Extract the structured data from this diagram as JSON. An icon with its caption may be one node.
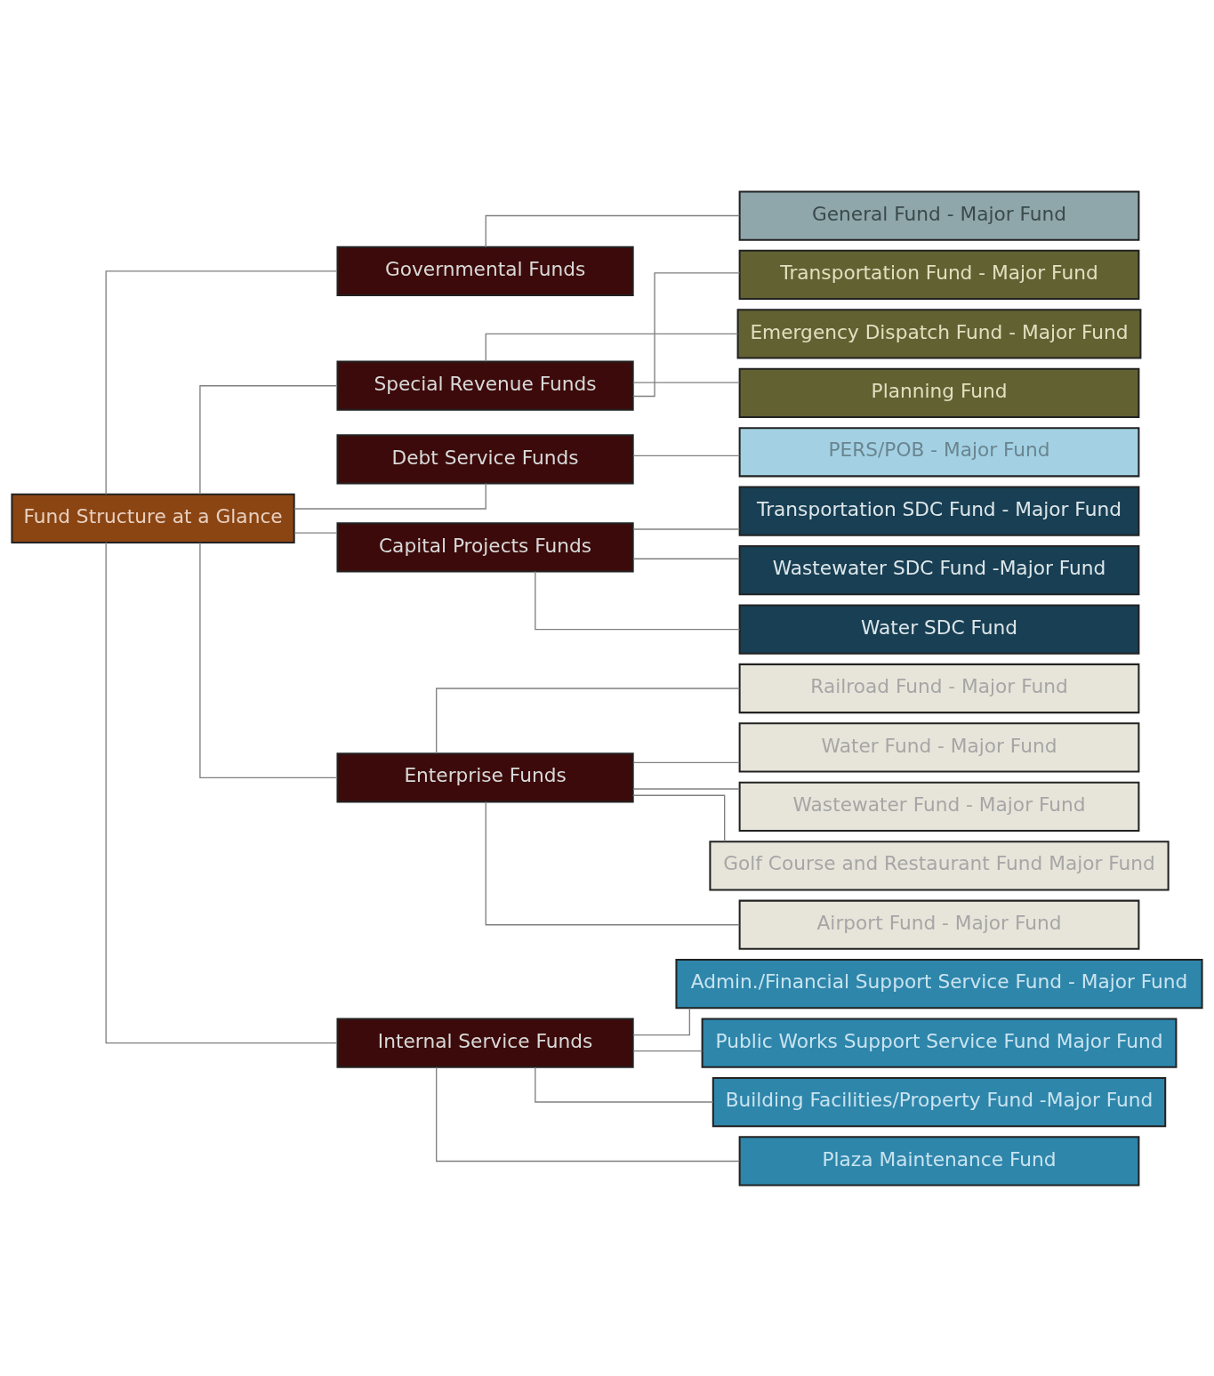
{
  "diagram": {
    "nodes": [
      {
        "text": [
          "Fund Structure at a Glance"
        ]
      },
      {
        "text": [
          "Governmental Funds"
        ]
      },
      {
        "text": [
          "General Fund - Major Fund"
        ]
      },
      {
        "text": [
          "Special Revenue Funds"
        ]
      },
      {
        "text": [
          "Transportation Fund - Major Fund"
        ]
      },
      {
        "text": [
          "Emergency Dispatch Fund - Major Fund"
        ]
      },
      {
        "text": [
          "Planning Fund"
        ]
      },
      {
        "text": [
          "Debt Service Funds"
        ]
      },
      {
        "text": [
          "PERS/POB - Major Fund"
        ]
      },
      {
        "text": [
          "Capital Projects Funds"
        ]
      },
      {
        "text": [
          "Transportation SDC Fund - Major Fund"
        ]
      },
      {
        "text": [
          "Wastewater SDC Fund -Major Fund"
        ]
      },
      {
        "text": [
          "Water SDC Fund"
        ]
      },
      {
        "text": [
          "Enterprise Funds"
        ]
      },
      {
        "text": [
          "Railroad Fund - Major Fund"
        ]
      },
      {
        "text": [
          "Water Fund - Major Fund"
        ]
      },
      {
        "text": [
          "Wastewater Fund - Major Fund"
        ]
      },
      {
        "text": [
          "Golf Course and Restaurant Fund Major Fund"
        ]
      },
      {
        "text": [
          "Airport Fund - Major Fund"
        ]
      },
      {
        "text": [
          "Internal Service Funds"
        ]
      },
      {
        "text": [
          "Admin./Financial Support Service Fund - Major Fund"
        ]
      },
      {
        "text": [
          "Public Works Support Service Fund Major Fund"
        ]
      },
      {
        "text": [
          "Building Facilities/Property Fund -Major Fund"
        ]
      },
      {
        "text": [
          "Plaza Maintenance Fund"
        ]
      }
    ],
    "edges": [
      {
        "from": 0,
        "to": 1,
        "arrow": "none"
      },
      {
        "from": 0,
        "to": 3,
        "arrow": "none"
      },
      {
        "from": 0,
        "to": 7,
        "arrow": "none"
      },
      {
        "from": 0,
        "to": 9,
        "arrow": "none"
      },
      {
        "from": 0,
        "to": 13,
        "arrow": "none"
      },
      {
        "from": 0,
        "to": 19,
        "arrow": "none"
      },
      {
        "from": 1,
        "to": 2,
        "arrow": "none"
      },
      {
        "from": 3,
        "to": 4,
        "arrow": "none"
      },
      {
        "from": 3,
        "to": 5,
        "arrow": "none"
      },
      {
        "from": 3,
        "to": 6,
        "arrow": "none"
      },
      {
        "from": 7,
        "to": 8,
        "arrow": "none"
      },
      {
        "from": 9,
        "to": 10,
        "arrow": "none"
      },
      {
        "from": 9,
        "to": 11,
        "arrow": "none"
      },
      {
        "from": 9,
        "to": 12,
        "arrow": "none"
      },
      {
        "from": 13,
        "to": 14,
        "arrow": "none"
      },
      {
        "from": 13,
        "to": 15,
        "arrow": "none"
      },
      {
        "from": 13,
        "to": 16,
        "arrow": "none"
      },
      {
        "from": 13,
        "to": 17,
        "arrow": "none"
      },
      {
        "from": 13,
        "to": 18,
        "arrow": "none"
      },
      {
        "from": 19,
        "to": 20,
        "arrow": "none"
      },
      {
        "from": 19,
        "to": 21,
        "arrow": "none"
      },
      {
        "from": 19,
        "to": 22,
        "arrow": "none"
      },
      {
        "from": 19,
        "to": 23,
        "arrow": "none"
      }
    ]
  }
}
